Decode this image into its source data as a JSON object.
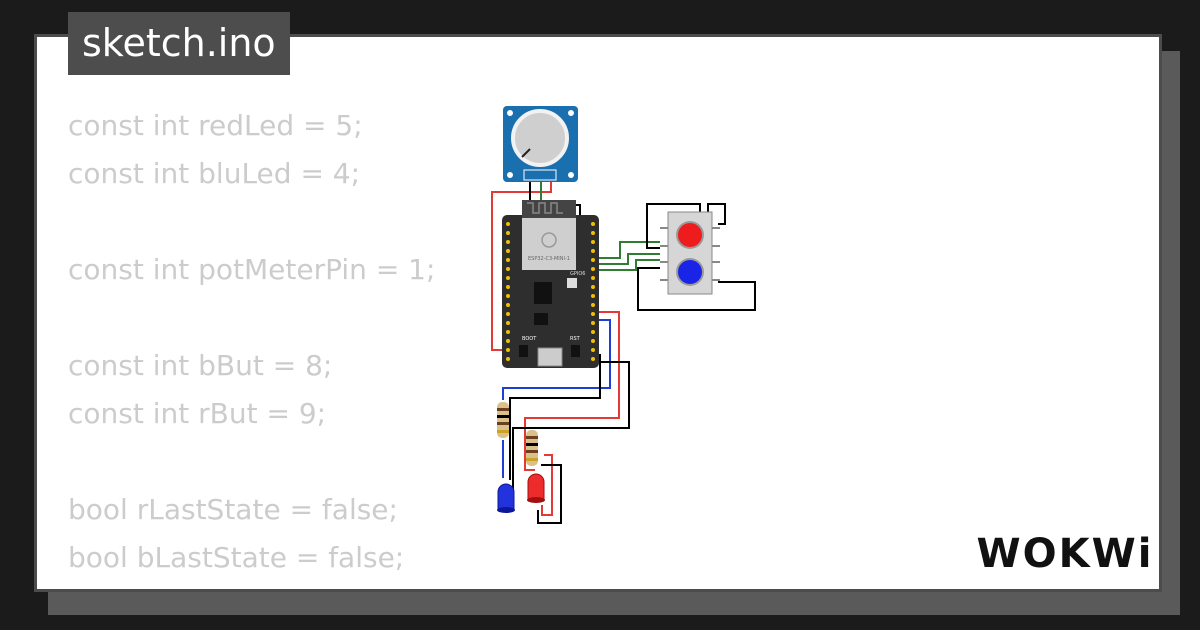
{
  "file": {
    "name": "sketch.ino"
  },
  "code_lines": [
    "const int redLed = 5;",
    "const int bluLed = 4;",
    "",
    "const int potMeterPin = 1;",
    "",
    "const int bBut = 8;",
    "const int rBut = 9;",
    "",
    "bool rLastState = false;",
    "bool bLastState = false;"
  ],
  "board": {
    "chip_label": "ESP32-C3-MINI-1",
    "boot_label": "BOOT",
    "rst_label": "RST",
    "gpio_label": "GPIO6"
  },
  "brand": {
    "name": "WOKWi"
  },
  "colors": {
    "background": "#1b1b1b",
    "card": "#ffffff",
    "title_tag": "#4d4d4d",
    "code_text": "#cccccc",
    "wire_red": "#e53935",
    "wire_blue": "#1e3fd6",
    "wire_green": "#2e7d32",
    "wire_black": "#000000",
    "pot_board": "#1a6fae"
  },
  "icons": {
    "potentiometer": "potentiometer-icon",
    "board": "esp32-board-icon",
    "buttons": "pushbutton-icon",
    "leds": "led-icon",
    "resistors": "resistor-icon",
    "logo": "wokwi-logo-icon"
  }
}
